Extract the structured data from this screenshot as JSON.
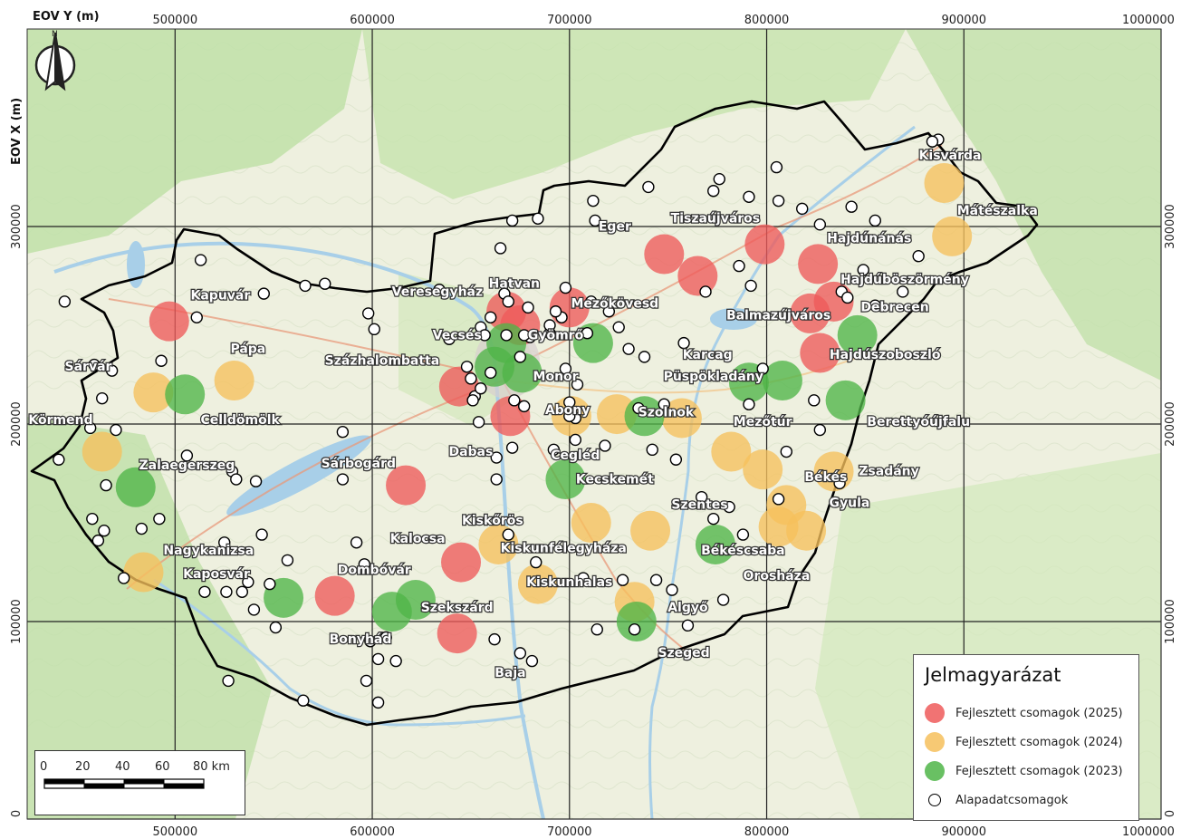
{
  "axes": {
    "x_title": "EOV Y (m)",
    "y_title": "EOV X (m)",
    "x_ticks": [
      "500000",
      "600000",
      "700000",
      "800000",
      "900000",
      "1000000"
    ],
    "x_tick_values": [
      500000,
      600000,
      700000,
      800000,
      900000,
      1000000
    ],
    "y_ticks": [
      "300000",
      "200000",
      "100000",
      "0"
    ],
    "y_tick_values": [
      300000,
      200000,
      100000,
      0
    ],
    "x_range": [
      425000,
      1000000
    ],
    "y_range": [
      0,
      400000
    ]
  },
  "legend": {
    "title": "Jelmagyarázat",
    "items": [
      {
        "label": "Fejlesztett csomagok (2025)",
        "color": "#ee5a5a",
        "kind": "filled"
      },
      {
        "label": "Fejlesztett csomagok (2024)",
        "color": "#f6c05c",
        "kind": "filled"
      },
      {
        "label": "Fejlesztett csomagok (2023)",
        "color": "#4fb548",
        "kind": "filled"
      },
      {
        "label": "Alapadatcsomagok",
        "color": "#000000",
        "kind": "hollow"
      }
    ]
  },
  "scale_bar": {
    "labels": [
      "0",
      "20",
      "40",
      "60",
      "80 km"
    ],
    "unit": "km"
  },
  "colors": {
    "red": "#ee5a5a",
    "yellow": "#f6c05c",
    "green": "#4fb548",
    "water": "#a8cfe8",
    "land": "#eef0df",
    "forest": "#b8dba2"
  },
  "north_arrow_icon": "north-arrow-icon",
  "places": [
    {
      "name": "Kisvárda",
      "x": 893000,
      "y": 334000
    },
    {
      "name": "Mátészalka",
      "x": 917000,
      "y": 306000
    },
    {
      "name": "Eger",
      "x": 723000,
      "y": 298000
    },
    {
      "name": "Tiszaújváros",
      "x": 774000,
      "y": 302000
    },
    {
      "name": "Hajdúnánás",
      "x": 852000,
      "y": 292000
    },
    {
      "name": "Hajdúböszörmény",
      "x": 870000,
      "y": 271000
    },
    {
      "name": "Debrecen",
      "x": 865000,
      "y": 257000
    },
    {
      "name": "Kapuvár",
      "x": 523000,
      "y": 263000
    },
    {
      "name": "Veresegyház",
      "x": 633000,
      "y": 265000
    },
    {
      "name": "Hatvan",
      "x": 672000,
      "y": 269000
    },
    {
      "name": "Mezőkövesd",
      "x": 723000,
      "y": 259000
    },
    {
      "name": "Balmazújváros",
      "x": 806000,
      "y": 253000
    },
    {
      "name": "Pápa",
      "x": 537000,
      "y": 236000
    },
    {
      "name": "Vecsés",
      "x": 643000,
      "y": 243000
    },
    {
      "name": "Gyömrő",
      "x": 693000,
      "y": 243000
    },
    {
      "name": "Karcag",
      "x": 770000,
      "y": 233000
    },
    {
      "name": "Hajdúszoboszló",
      "x": 860000,
      "y": 233000
    },
    {
      "name": "Százhalombatta",
      "x": 605000,
      "y": 230000
    },
    {
      "name": "Sárvár",
      "x": 456000,
      "y": 227000
    },
    {
      "name": "Monor",
      "x": 693000,
      "y": 222000
    },
    {
      "name": "Püspökladány",
      "x": 773000,
      "y": 222000
    },
    {
      "name": "Abony",
      "x": 699000,
      "y": 205000
    },
    {
      "name": "Szolnok",
      "x": 749000,
      "y": 204000
    },
    {
      "name": "Mezőtúr",
      "x": 798000,
      "y": 199000
    },
    {
      "name": "Berettyóújfalu",
      "x": 877000,
      "y": 199000
    },
    {
      "name": "Körmend",
      "x": 442000,
      "y": 200000
    },
    {
      "name": "Celldömölk",
      "x": 533000,
      "y": 200000
    },
    {
      "name": "Dabas",
      "x": 650000,
      "y": 184000
    },
    {
      "name": "Cegléd",
      "x": 703000,
      "y": 182000
    },
    {
      "name": "Sárbogárd",
      "x": 593000,
      "y": 178000
    },
    {
      "name": "Zalaegerszeg",
      "x": 506000,
      "y": 177000
    },
    {
      "name": "Kecskemét",
      "x": 723000,
      "y": 170000
    },
    {
      "name": "Békés",
      "x": 830000,
      "y": 171000
    },
    {
      "name": "Zsadány",
      "x": 862000,
      "y": 174000
    },
    {
      "name": "Szentes",
      "x": 766000,
      "y": 157000
    },
    {
      "name": "Gyula",
      "x": 842000,
      "y": 158000
    },
    {
      "name": "Kiskőrös",
      "x": 661000,
      "y": 149000
    },
    {
      "name": "Kalocsa",
      "x": 623000,
      "y": 140000
    },
    {
      "name": "Kiskunfélegyháza",
      "x": 697000,
      "y": 135000
    },
    {
      "name": "Nagykanizsa",
      "x": 517000,
      "y": 134000
    },
    {
      "name": "Békéscsaba",
      "x": 788000,
      "y": 134000
    },
    {
      "name": "Kaposvár",
      "x": 521000,
      "y": 122000
    },
    {
      "name": "Dombóvár",
      "x": 601000,
      "y": 124000
    },
    {
      "name": "Kiskunhalas",
      "x": 700000,
      "y": 118000
    },
    {
      "name": "Orosháza",
      "x": 805000,
      "y": 121000
    },
    {
      "name": "Szekszárd",
      "x": 643000,
      "y": 105000
    },
    {
      "name": "Algyő",
      "x": 760000,
      "y": 105000
    },
    {
      "name": "Szeged",
      "x": 758000,
      "y": 82000
    },
    {
      "name": "Bonyhád",
      "x": 594000,
      "y": 89000
    },
    {
      "name": "Baja",
      "x": 670000,
      "y": 72000
    }
  ],
  "developed": [
    {
      "year": 2025,
      "x": 497000,
      "y": 252000
    },
    {
      "year": 2025,
      "x": 644000,
      "y": 219000
    },
    {
      "year": 2025,
      "x": 668000,
      "y": 257000
    },
    {
      "year": 2025,
      "x": 675000,
      "y": 250000
    },
    {
      "year": 2025,
      "x": 670000,
      "y": 204000
    },
    {
      "year": 2025,
      "x": 700000,
      "y": 259000
    },
    {
      "year": 2025,
      "x": 748000,
      "y": 286000
    },
    {
      "year": 2025,
      "x": 765000,
      "y": 275000
    },
    {
      "year": 2025,
      "x": 799000,
      "y": 291000
    },
    {
      "year": 2025,
      "x": 826000,
      "y": 281000
    },
    {
      "year": 2025,
      "x": 822000,
      "y": 256000
    },
    {
      "year": 2025,
      "x": 834000,
      "y": 262000
    },
    {
      "year": 2025,
      "x": 827000,
      "y": 236000
    },
    {
      "year": 2025,
      "x": 617000,
      "y": 169000
    },
    {
      "year": 2025,
      "x": 581000,
      "y": 113000
    },
    {
      "year": 2025,
      "x": 645000,
      "y": 130000
    },
    {
      "year": 2025,
      "x": 643000,
      "y": 94000
    },
    {
      "year": 2024,
      "x": 890000,
      "y": 322000
    },
    {
      "year": 2024,
      "x": 894000,
      "y": 295000
    },
    {
      "year": 2024,
      "x": 530000,
      "y": 222000
    },
    {
      "year": 2024,
      "x": 489000,
      "y": 216000
    },
    {
      "year": 2024,
      "x": 463000,
      "y": 186000
    },
    {
      "year": 2024,
      "x": 701000,
      "y": 204000
    },
    {
      "year": 2024,
      "x": 724000,
      "y": 205000
    },
    {
      "year": 2024,
      "x": 757000,
      "y": 203000
    },
    {
      "year": 2024,
      "x": 782000,
      "y": 186000
    },
    {
      "year": 2024,
      "x": 798000,
      "y": 177000
    },
    {
      "year": 2024,
      "x": 834000,
      "y": 176000
    },
    {
      "year": 2024,
      "x": 810000,
      "y": 159000
    },
    {
      "year": 2024,
      "x": 806000,
      "y": 148000
    },
    {
      "year": 2024,
      "x": 820000,
      "y": 146000
    },
    {
      "year": 2024,
      "x": 711000,
      "y": 150000
    },
    {
      "year": 2024,
      "x": 741000,
      "y": 146000
    },
    {
      "year": 2024,
      "x": 664000,
      "y": 139000
    },
    {
      "year": 2024,
      "x": 684000,
      "y": 119000
    },
    {
      "year": 2024,
      "x": 484000,
      "y": 125000
    },
    {
      "year": 2024,
      "x": 733000,
      "y": 110000
    },
    {
      "year": 2023,
      "x": 505000,
      "y": 215000
    },
    {
      "year": 2023,
      "x": 480000,
      "y": 168000
    },
    {
      "year": 2023,
      "x": 555000,
      "y": 112000
    },
    {
      "year": 2023,
      "x": 610000,
      "y": 105000
    },
    {
      "year": 2023,
      "x": 622000,
      "y": 111000
    },
    {
      "year": 2023,
      "x": 668000,
      "y": 241000
    },
    {
      "year": 2023,
      "x": 662000,
      "y": 229000
    },
    {
      "year": 2023,
      "x": 676000,
      "y": 226000
    },
    {
      "year": 2023,
      "x": 712000,
      "y": 241000
    },
    {
      "year": 2023,
      "x": 698000,
      "y": 172000
    },
    {
      "year": 2023,
      "x": 738000,
      "y": 204000
    },
    {
      "year": 2023,
      "x": 791000,
      "y": 221000
    },
    {
      "year": 2023,
      "x": 808000,
      "y": 222000
    },
    {
      "year": 2023,
      "x": 846000,
      "y": 245000
    },
    {
      "year": 2023,
      "x": 840000,
      "y": 212000
    },
    {
      "year": 2023,
      "x": 774000,
      "y": 139000
    },
    {
      "year": 2023,
      "x": 734000,
      "y": 100000
    }
  ],
  "base_packages": [
    [
      444000,
      262000
    ],
    [
      459000,
      230000
    ],
    [
      468000,
      227000
    ],
    [
      463000,
      213000
    ],
    [
      457000,
      198000
    ],
    [
      470000,
      197000
    ],
    [
      441000,
      182000
    ],
    [
      465000,
      169000
    ],
    [
      458000,
      152000
    ],
    [
      464000,
      146000
    ],
    [
      461000,
      141000
    ],
    [
      474000,
      122000
    ],
    [
      483000,
      147000
    ],
    [
      492000,
      152000
    ],
    [
      506000,
      184000
    ],
    [
      515000,
      115000
    ],
    [
      525000,
      140000
    ],
    [
      526000,
      115000
    ],
    [
      534000,
      115000
    ],
    [
      537000,
      120000
    ],
    [
      540000,
      106000
    ],
    [
      544000,
      144000
    ],
    [
      548000,
      119000
    ],
    [
      551000,
      97000
    ],
    [
      527000,
      70000
    ],
    [
      493000,
      232000
    ],
    [
      513000,
      283000
    ],
    [
      511000,
      254000
    ],
    [
      529000,
      176000
    ],
    [
      531000,
      172000
    ],
    [
      541000,
      171000
    ],
    [
      545000,
      266000
    ],
    [
      566000,
      270000
    ],
    [
      576000,
      271000
    ],
    [
      585000,
      196000
    ],
    [
      585000,
      172000
    ],
    [
      592000,
      140000
    ],
    [
      596000,
      129000
    ],
    [
      599000,
      90000
    ],
    [
      607000,
      92000
    ],
    [
      603000,
      81000
    ],
    [
      603000,
      59000
    ],
    [
      565000,
      60000
    ],
    [
      557000,
      131000
    ],
    [
      598000,
      256000
    ],
    [
      601000,
      248000
    ],
    [
      639000,
      243000
    ],
    [
      648000,
      229000
    ],
    [
      650000,
      223000
    ],
    [
      652000,
      214000
    ],
    [
      651000,
      212000
    ],
    [
      654000,
      201000
    ],
    [
      655000,
      218000
    ],
    [
      660000,
      226000
    ],
    [
      668000,
      245000
    ],
    [
      672000,
      212000
    ],
    [
      677000,
      209000
    ],
    [
      680000,
      244000
    ],
    [
      663000,
      183000
    ],
    [
      671000,
      188000
    ],
    [
      690000,
      246000
    ],
    [
      696000,
      254000
    ],
    [
      698000,
      269000
    ],
    [
      700000,
      211000
    ],
    [
      703000,
      203000
    ],
    [
      709000,
      246000
    ],
    [
      704000,
      220000
    ],
    [
      711000,
      262000
    ],
    [
      720000,
      257000
    ],
    [
      725000,
      249000
    ],
    [
      730000,
      238000
    ],
    [
      700000,
      204000
    ],
    [
      690000,
      250000
    ],
    [
      703000,
      192000
    ],
    [
      718000,
      189000
    ],
    [
      735000,
      208000
    ],
    [
      742000,
      187000
    ],
    [
      748000,
      210000
    ],
    [
      754000,
      182000
    ],
    [
      767000,
      163000
    ],
    [
      773000,
      152000
    ],
    [
      781000,
      158000
    ],
    [
      788000,
      144000
    ],
    [
      791000,
      210000
    ],
    [
      798000,
      228000
    ],
    [
      806000,
      162000
    ],
    [
      810000,
      186000
    ],
    [
      824000,
      212000
    ],
    [
      827000,
      197000
    ],
    [
      837000,
      170000
    ],
    [
      827000,
      301000
    ],
    [
      818000,
      309000
    ],
    [
      805000,
      330000
    ],
    [
      806000,
      313000
    ],
    [
      786000,
      280000
    ],
    [
      792000,
      270000
    ],
    [
      838000,
      267000
    ],
    [
      841000,
      264000
    ],
    [
      849000,
      278000
    ],
    [
      855000,
      260000
    ],
    [
      869000,
      267000
    ],
    [
      877000,
      285000
    ],
    [
      887000,
      344000
    ],
    [
      884000,
      343000
    ],
    [
      843000,
      310000
    ],
    [
      855000,
      303000
    ],
    [
      791000,
      315000
    ],
    [
      776000,
      324000
    ],
    [
      773000,
      318000
    ],
    [
      769000,
      267000
    ],
    [
      758000,
      241000
    ],
    [
      740000,
      320000
    ],
    [
      738000,
      234000
    ],
    [
      712000,
      313000
    ],
    [
      713000,
      303000
    ],
    [
      684000,
      304000
    ],
    [
      671000,
      303000
    ],
    [
      665000,
      289000
    ],
    [
      667000,
      266000
    ],
    [
      669000,
      262000
    ],
    [
      660000,
      254000
    ],
    [
      655000,
      249000
    ],
    [
      657000,
      245000
    ],
    [
      679000,
      259000
    ],
    [
      675000,
      234000
    ],
    [
      634000,
      268000
    ],
    [
      693000,
      257000
    ],
    [
      698000,
      228000
    ],
    [
      683000,
      130000
    ],
    [
      707000,
      122000
    ],
    [
      727000,
      121000
    ],
    [
      744000,
      121000
    ],
    [
      752000,
      116000
    ],
    [
      760000,
      98000
    ],
    [
      778000,
      111000
    ],
    [
      692000,
      187000
    ],
    [
      714000,
      96000
    ],
    [
      733000,
      96000
    ],
    [
      663000,
      172000
    ],
    [
      677000,
      245000
    ],
    [
      662000,
      91000
    ],
    [
      681000,
      80000
    ],
    [
      675000,
      84000
    ],
    [
      612000,
      80000
    ],
    [
      597000,
      70000
    ],
    [
      669000,
      144000
    ]
  ]
}
